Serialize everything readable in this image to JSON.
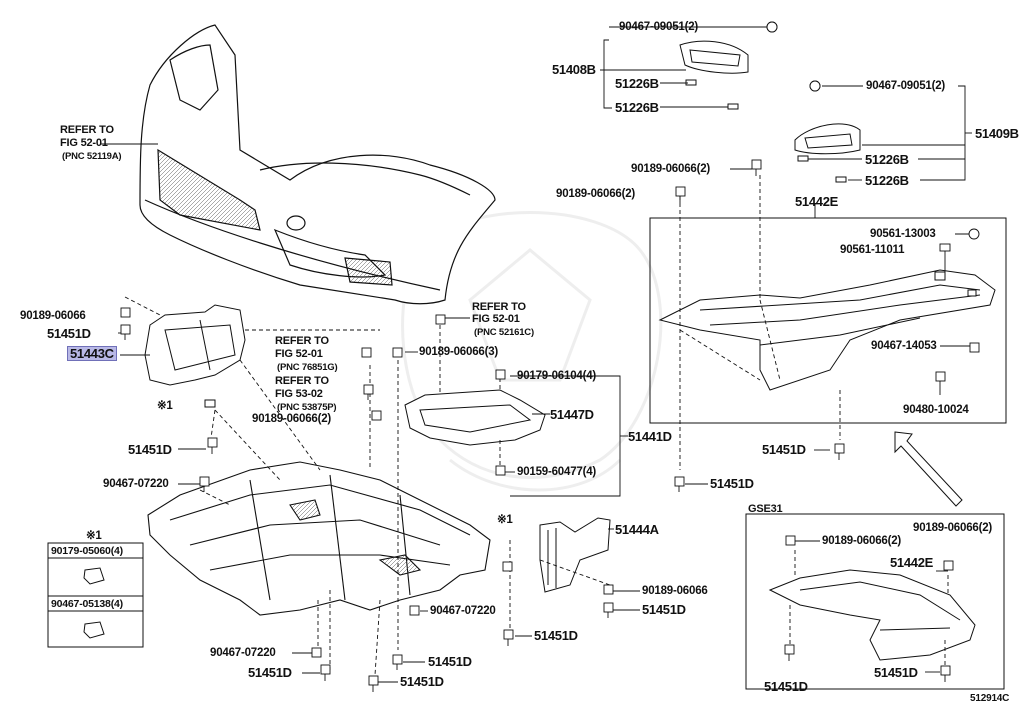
{
  "diagram_code": "512914C",
  "refs": {
    "bumper": {
      "line1": "REFER TO",
      "line2": "FIG 52-01",
      "line3": "(PNC 52119A)"
    },
    "clip_top": {
      "line1": "REFER TO",
      "line2": "FIG 52-01",
      "line3": "(PNC 52161C)"
    },
    "mid1": {
      "line1": "REFER TO",
      "line2": "FIG 52-01",
      "line3": "(PNC 76851G)"
    },
    "mid2": {
      "line1": "REFER TO",
      "line2": "FIG 53-02",
      "line3": "(PNC 53875P)"
    }
  },
  "parts": {
    "p90467_09051_a": "90467-09051(2)",
    "p51408B": "51408B",
    "p51226B_1": "51226B",
    "p51226B_2": "51226B",
    "p90467_09051_b": "90467-09051(2)",
    "p51409B": "51409B",
    "p51226B_3": "51226B",
    "p51226B_4": "51226B",
    "p90189_06066_2a": "90189-06066(2)",
    "p90189_06066_2b": "90189-06066(2)",
    "p51442E_top": "51442E",
    "p90561_13003": "90561-13003",
    "p90561_11011": "90561-11011",
    "p90467_14053": "90467-14053",
    "p90480_10024": "90480-10024",
    "p51451D_right": "51451D",
    "p90189_06066_left": "90189-06066",
    "p51451D_left": "51451D",
    "p51443C": "51443C",
    "note1_a": "※1",
    "p51451D_left2": "51451D",
    "p90467_07220_a": "90467-07220",
    "p90189_06066_3": "90189-06066(3)",
    "p90189_06066_2c": "90189-06066(2)",
    "p90179_06104": "90179-06104(4)",
    "p51447D": "51447D",
    "p51441D": "51441D",
    "p90159_60477": "90159-60477(4)",
    "p51451D_center": "51451D",
    "note1_b": "※1",
    "p51444A": "51444A",
    "p90189_06066_c": "90189-06066",
    "p51451D_c2": "51451D",
    "p90467_07220_b": "90467-07220",
    "p51451D_c3": "51451D",
    "p90467_07220_c": "90467-07220",
    "p51451D_b1": "51451D",
    "p51451D_b2": "51451D",
    "p51451D_b3": "51451D",
    "gse31": "GSE31",
    "p90189_06066_2d": "90189-06066(2)",
    "p90189_06066_2e": "90189-06066(2)",
    "p51442E_bottom": "51442E",
    "p51451D_g1": "51451D",
    "p51451D_g2": "51451D"
  },
  "legend": {
    "title": "※1",
    "item1": "90179-05060(4)",
    "item2": "90467-05138(4)"
  }
}
